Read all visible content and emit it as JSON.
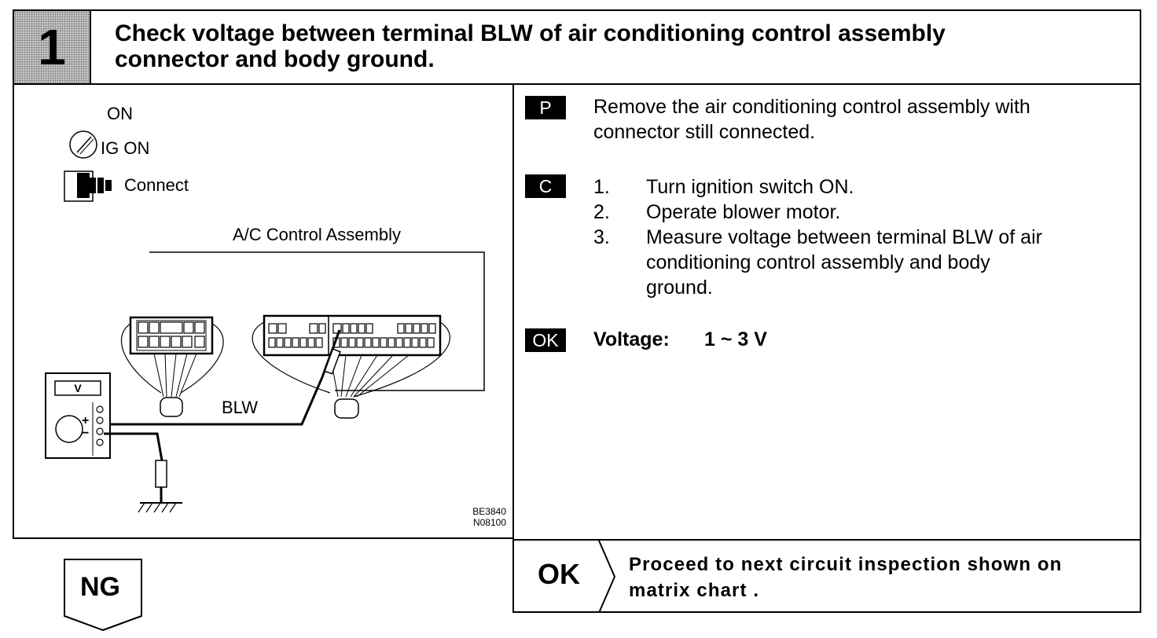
{
  "header": {
    "step_number": "1",
    "title_line1": "Check voltage between terminal BLW of air conditioning control assembly",
    "title_line2": "connector and body ground."
  },
  "diagram": {
    "on_label": "ON",
    "ig_on_label": "IG ON",
    "connect_label": "Connect",
    "assembly_label": "A/C Control Assembly",
    "blw_label": "BLW",
    "meter_label": "V",
    "code1": "BE3840",
    "code2": "N08100",
    "icons": [
      "ignition-key-icon",
      "connector-icon",
      "voltmeter-icon",
      "ground-icon"
    ]
  },
  "procedure": {
    "p_tag": "P",
    "p_line1": "Remove the air conditioning control assembly with",
    "p_line2": "connector still connected.",
    "c_tag": "C",
    "steps": [
      {
        "num": "1.",
        "line1": "Turn ignition switch ON."
      },
      {
        "num": "2.",
        "line1": "Operate blower motor."
      },
      {
        "num": "3.",
        "line1": "Measure voltage between terminal BLW of air",
        "line2": "conditioning control assembly and body",
        "line3": "ground."
      }
    ],
    "ok_tag": "OK",
    "voltage_label": "Voltage:",
    "voltage_value": "1 ~ 3 V"
  },
  "result": {
    "ok_label": "OK",
    "proceed_line1": "Proceed to next circuit inspection shown on",
    "proceed_line2": "matrix chart .",
    "ng_label": "NG"
  }
}
